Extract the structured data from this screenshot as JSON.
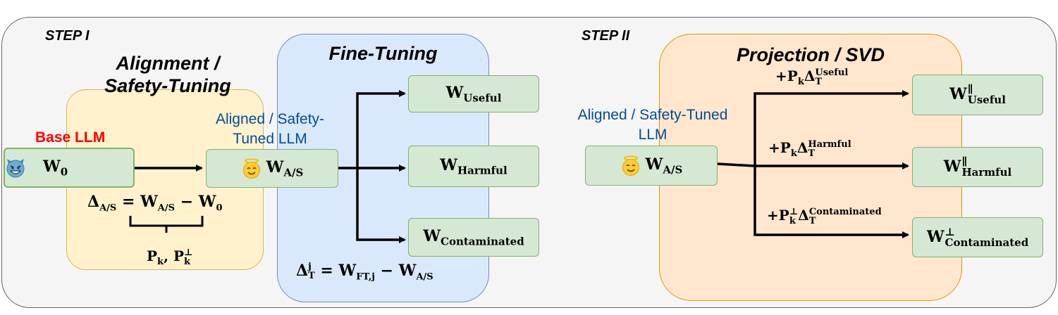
{
  "step1": "STEP I",
  "step2": "STEP II",
  "alignment_title": "Alignment / Safety-Tuning",
  "finetuning_title": "Fine-Tuning",
  "projection_title": "Projection / SVD",
  "base_llm_label": "Base LLM",
  "aligned_label_1": "Aligned / Safety-Tuned LLM",
  "aligned_label_2": "Aligned / Safety-Tuned LLM",
  "nodes": {
    "w0": {
      "w": "W",
      "sub": "0"
    },
    "was": {
      "w": "W",
      "sub": "A/S"
    },
    "useful": {
      "w": "W",
      "sub": "Useful"
    },
    "harmful": {
      "w": "W",
      "sub": "Harmful"
    },
    "contaminated": {
      "w": "W",
      "sub": "Contaminated"
    },
    "was2": {
      "w": "W",
      "sub": "A/S"
    },
    "p_useful": {
      "w": "W",
      "sup": "∥",
      "sub": "Useful"
    },
    "p_harmful": {
      "w": "W",
      "sup": "∥",
      "sub": "Harmful"
    },
    "p_contaminated": {
      "w": "W",
      "sup": "⊥",
      "sub": "Contaminated"
    }
  },
  "eq_delta_as": {
    "d": "Δ",
    "d_sub": "A/S",
    "eq": " = ",
    "w1": "W",
    "w1_sub": "A/S",
    "minus": " − ",
    "w2": "W",
    "w2_sub": "0"
  },
  "eq_projectors": {
    "p": "P",
    "p_sub": "k",
    "comma": ", ",
    "p2": "P",
    "p2_sup": "⊥",
    "p2_sub": "k"
  },
  "eq_delta_t": {
    "d": "Δ",
    "d_sup": "j",
    "d_sub": "T",
    "eq": " = ",
    "w1": "W",
    "w1_sub": "FT,j",
    "minus": " − ",
    "w2": "W",
    "w2_sub": "A/S"
  },
  "arrow_labels": {
    "useful": {
      "plus": "+",
      "p": "P",
      "p_sub": "k",
      "d": "Δ",
      "d_sup": "Useful",
      "d_sub": "T"
    },
    "harmful": {
      "plus": "+",
      "p": "P",
      "p_sub": "k",
      "d": "Δ",
      "d_sup": "Harmful",
      "d_sub": "T"
    },
    "contaminated": {
      "plus": "+",
      "p": "P",
      "p_sup": "⊥",
      "p_sub": "k",
      "d": "Δ",
      "d_sup": "Contaminated",
      "d_sub": "T"
    }
  },
  "icons": {
    "base": "devil-face-icon",
    "aligned": "angel-face-icon"
  },
  "colors": {
    "yellow": "#fff2cc",
    "blue": "#dae8fc",
    "orange": "#ffe6cc",
    "node": "#d5e8d4",
    "label_blue": "#004c99",
    "label_red": "#ff0000"
  }
}
